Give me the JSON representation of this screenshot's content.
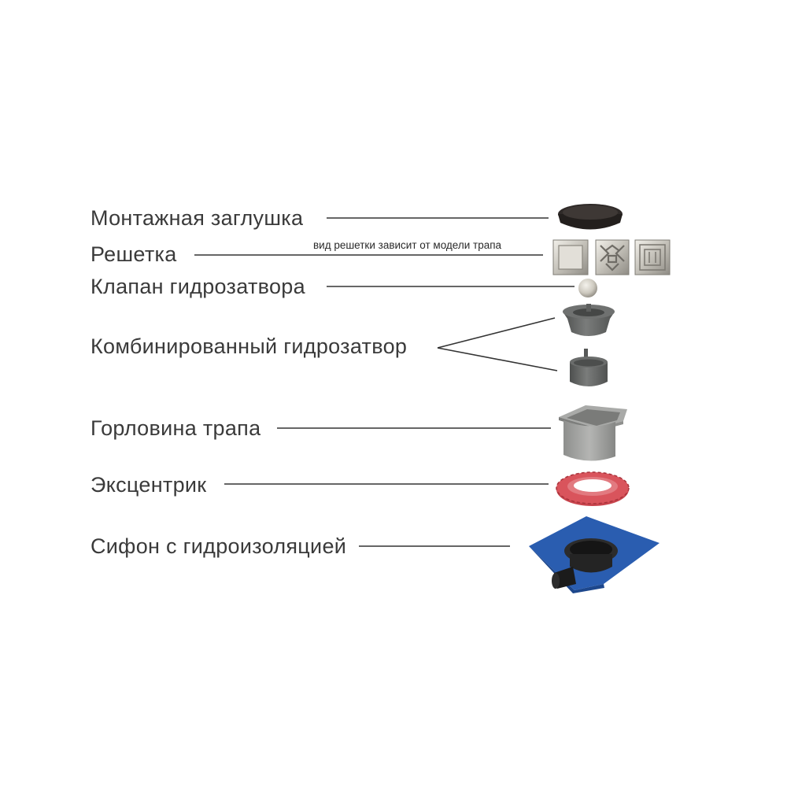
{
  "labels": {
    "plug": "Монтажная заглушка",
    "grate": "Решетка",
    "valve": "Клапан гидрозатвора",
    "combined_seal": "Комбинированный гидрозатвор",
    "neck": "Горловина трапа",
    "eccentric": "Эксцентрик",
    "siphon": "Сифон с гидроизоляцией"
  },
  "notes": {
    "grate_variants": "вид решетки зависит от модели трапа"
  },
  "colors": {
    "text": "#3a3a3a",
    "line": "#333333",
    "plug": "#2f2a28",
    "steel": "#c9c6bf",
    "plastic_gray": "#5e605f",
    "eccentric_red": "#d9545c",
    "membrane_blue": "#2a5db0"
  }
}
